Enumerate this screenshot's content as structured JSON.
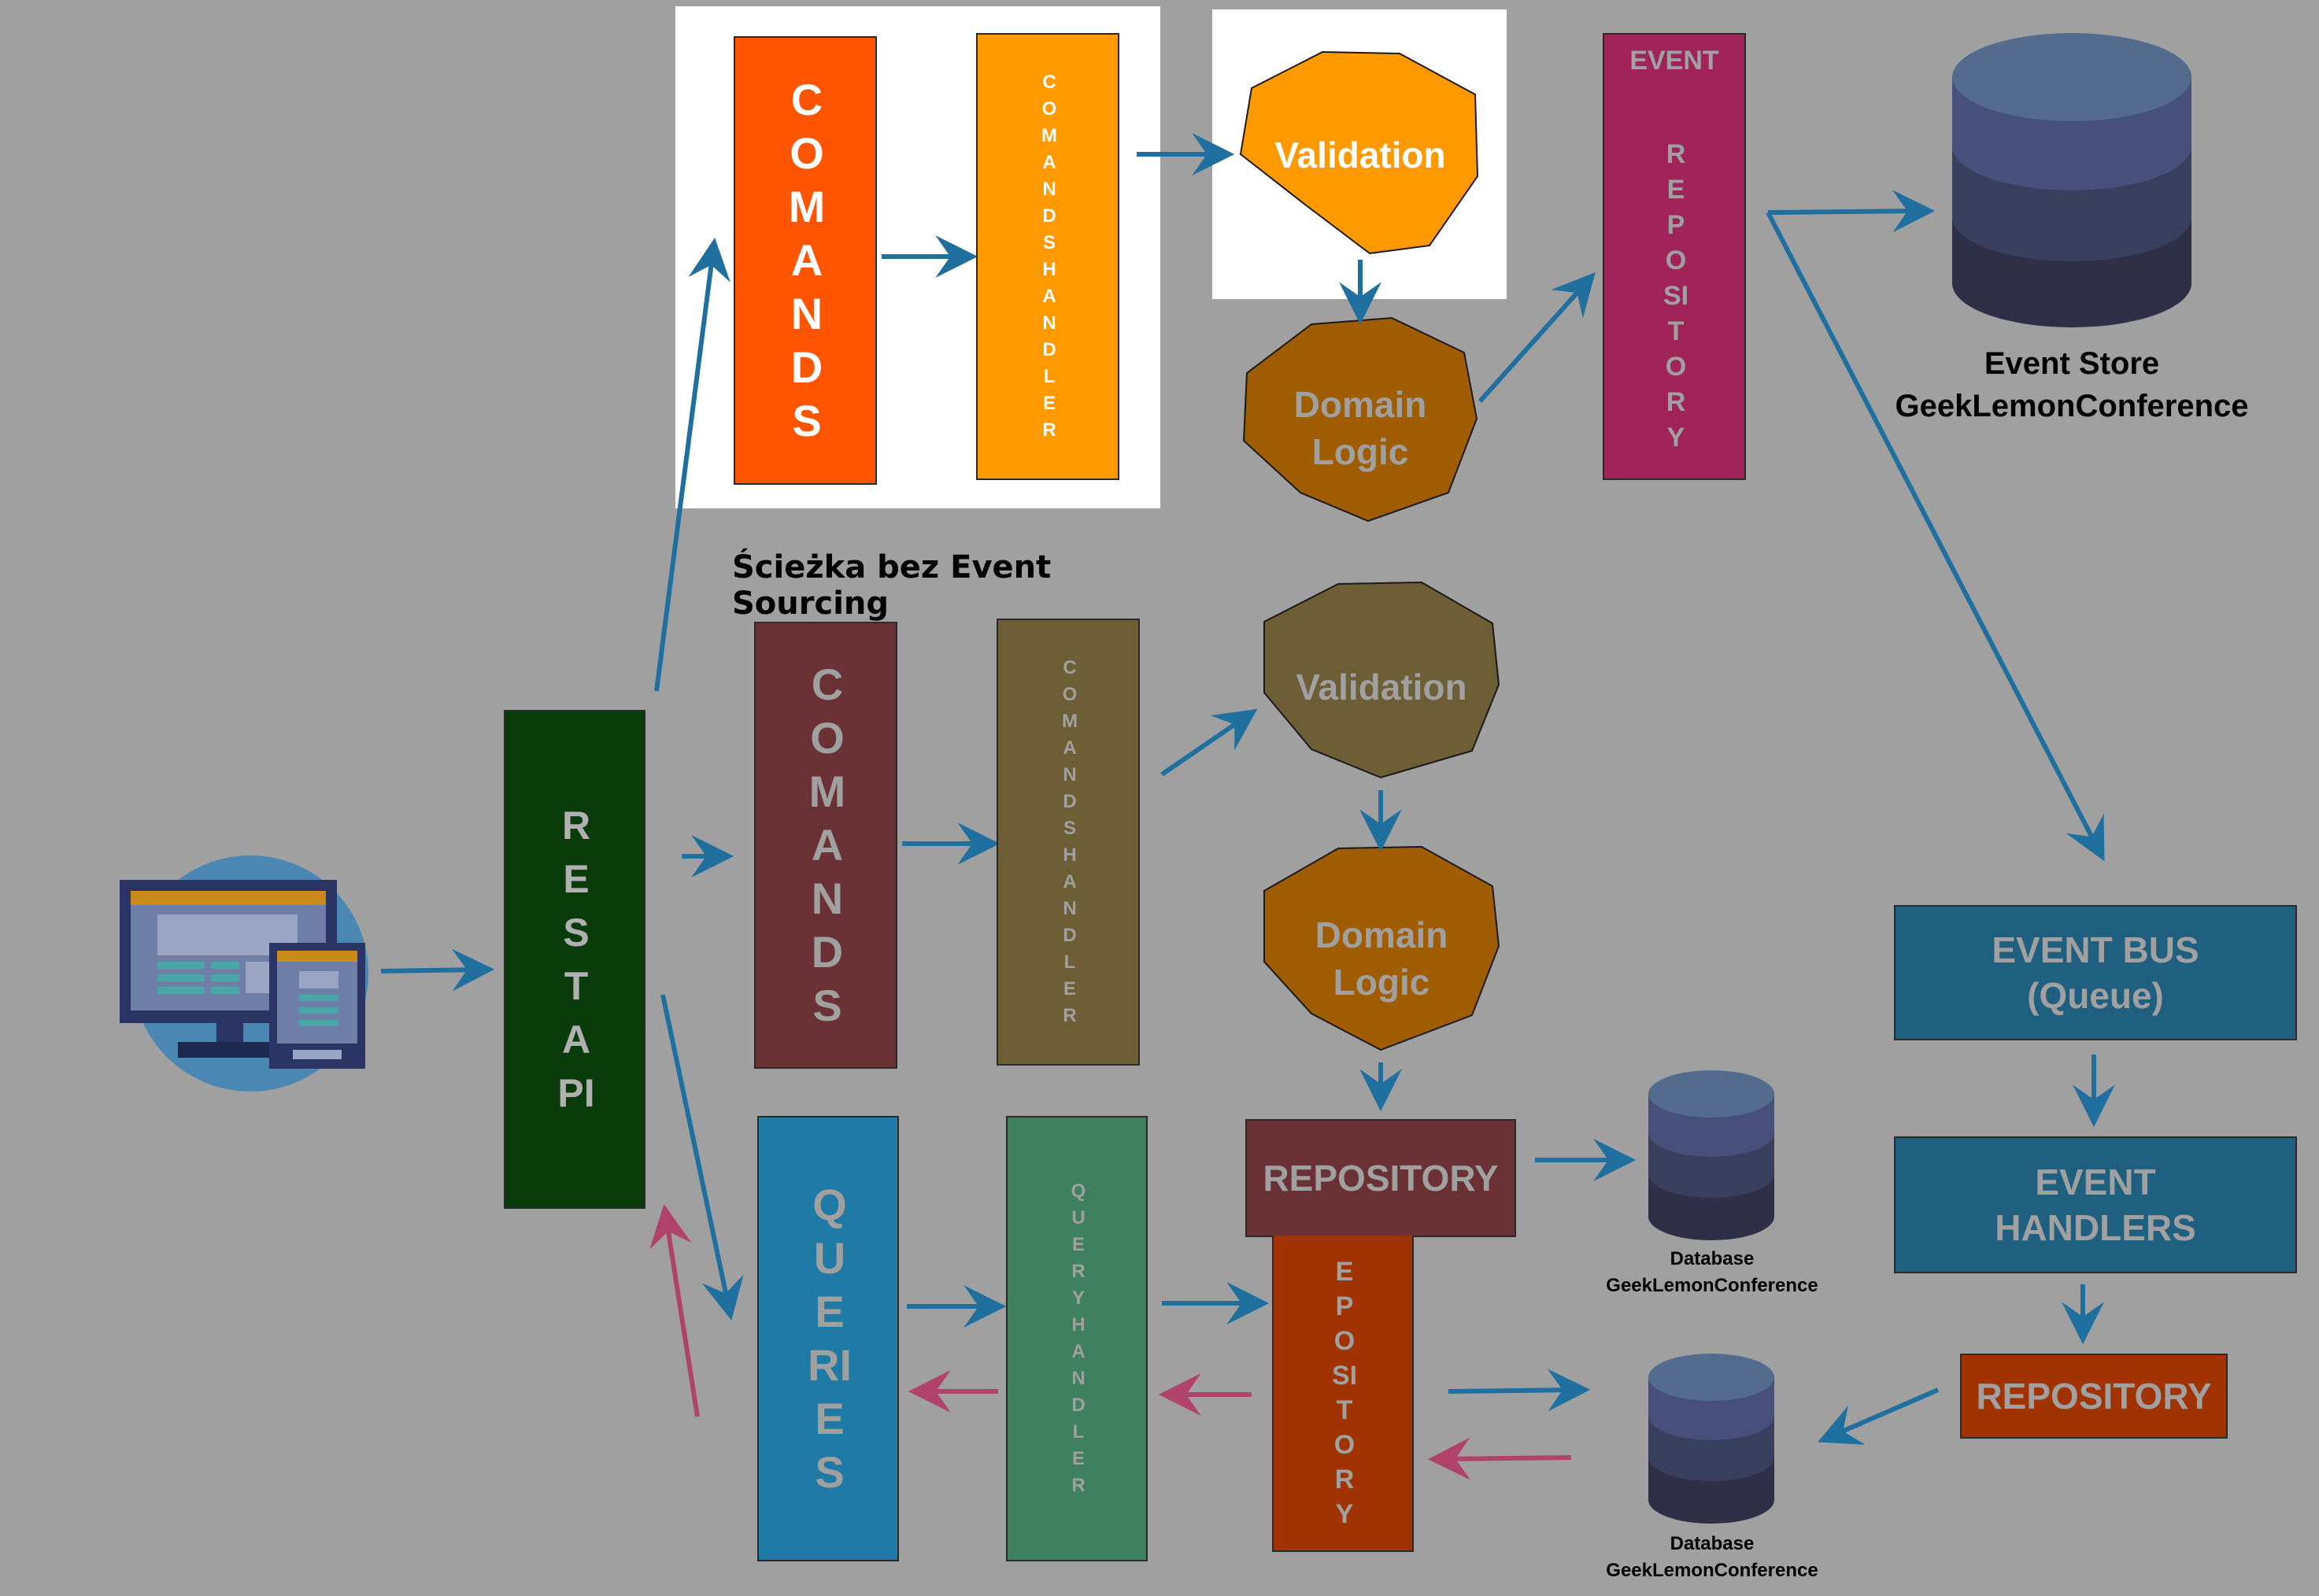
{
  "colors": {
    "background": "#a0a0a0",
    "arrow_blue": "#1f6f9f",
    "arrow_pink": "#b0436a",
    "white_panel": "#ffffff"
  },
  "top_path": {
    "commands": "COMANDS",
    "commands_handler": "COMANDS HANDLER",
    "validation": "Validation",
    "domain_logic": "Domain Logic",
    "event_repository_top": "EVENT",
    "event_repository": "REPOSITORY",
    "event_store_title": "Event Store",
    "event_store_name": "GeekLemonConference"
  },
  "middle_path": {
    "caption": "Ścieżka bez Event Sourcing",
    "rest_api": "REST API",
    "commands": "COMANDS",
    "commands_handler": "COMANDS HANDLER",
    "validation": "Validation",
    "domain_logic": "Domain Logic",
    "repository": "REPOSITORY",
    "database_label": "Database",
    "database_name": "GeekLemonConference"
  },
  "query_path": {
    "queries": "QUERIES",
    "query_handler": "QUERY HANDLER",
    "repository_partial": "EPOSITORY",
    "database_label": "Database",
    "database_name": "GeekLemonConference"
  },
  "event_side": {
    "event_bus": "EVENT BUS\n(Queue)",
    "event_handlers": "EVENT\nHANDLERS",
    "repository": "REPOSITORY"
  },
  "icons": [
    "devices-icon",
    "database-icon"
  ]
}
